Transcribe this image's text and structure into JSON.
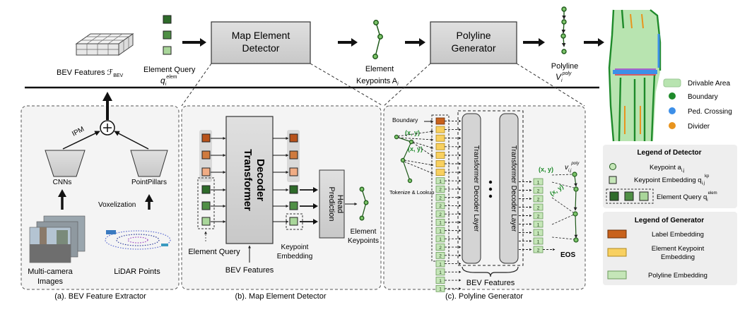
{
  "top": {
    "bev_features": "BEV Features ℱ",
    "bev_sub": "BEV",
    "element_query": "Element Query",
    "element_query_sym": "q",
    "element_query_sub": "i",
    "element_query_sup": "elem",
    "map_element_detector": [
      "Map Element",
      "Detector"
    ],
    "element_keypoints": [
      "Element",
      "Keypoints A"
    ],
    "element_keypoints_sub": "i",
    "polyline_generator": [
      "Polyline",
      "Generator"
    ],
    "polyline": "Polyline",
    "polyline_sym": "V",
    "polyline_sub": "i",
    "polyline_sup": "poly"
  },
  "map_legend": {
    "items": [
      {
        "label": "Drivable Area",
        "color": "#b8e4b0"
      },
      {
        "label": "Boundary",
        "color": "#1e8a2a"
      },
      {
        "label": "Ped. Crossing",
        "color": "#3d8fe8"
      },
      {
        "label": "Divider",
        "color": "#e8941e"
      }
    ]
  },
  "panel_a": {
    "caption": "(a). BEV Feature Extractor",
    "ipm": "IPM",
    "cnns": "CNNs",
    "pointpillars": "PointPillars",
    "voxelization": "Voxelization",
    "camera": [
      "Multi-camera",
      "Images"
    ],
    "lidar": "LiDAR Points"
  },
  "panel_b": {
    "caption": "(b). Map Element Detector",
    "transformer": [
      "Transformer",
      "Decoder"
    ],
    "prediction_head": [
      "Prediction",
      "Head"
    ],
    "element_keypoints": [
      "Element",
      "Keypoints"
    ],
    "element_query": "Element Query",
    "bev_features": "BEV Features",
    "keypoint_embedding": [
      "Keypoint",
      "Embedding"
    ]
  },
  "panel_c": {
    "caption": "(c). Polyline Generator",
    "boundary": "Boundary",
    "xy": "(x, y)",
    "tokenize": "Tokenize & Lookup",
    "layer1": "Transformer Decoder Layer",
    "layer2": "Transformer Decoder Layer",
    "bev_features": "BEV Features",
    "eos": "EOS",
    "out_xy": "(x, y)",
    "out_sym": "v",
    "out_sub": "i,j",
    "out_sup": "poly",
    "token_digits": [
      "1",
      "2",
      "2",
      "2",
      "2",
      "1",
      "1",
      "1",
      "2",
      "2",
      "1",
      "1",
      "1",
      "1"
    ]
  },
  "legend_detector": {
    "title": "Legend of Detector",
    "keypoint": "Keypoint a",
    "keypoint_sub": "i,j",
    "kp_embedding": "Keypoint Embedding q",
    "kp_embedding_sub": "i,j",
    "kp_embedding_sup": "kp",
    "element_query": "Element Query q",
    "element_query_sub": "i",
    "element_query_sup": "elem"
  },
  "legend_generator": {
    "title": "Legend of Generator",
    "items": [
      {
        "label": [
          "Label Embedding"
        ],
        "color": "#c8621c"
      },
      {
        "label": [
          "Element Keypoint",
          "Embedding"
        ],
        "color": "#f8d060"
      },
      {
        "label": [
          "Polyline Embedding"
        ],
        "color": "#c5e6b8"
      }
    ]
  }
}
